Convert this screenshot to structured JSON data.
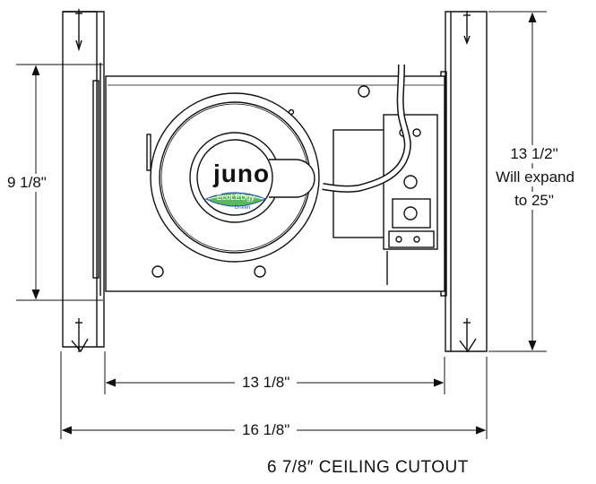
{
  "dimensions": {
    "left_height": "9 1/8\"",
    "right_height_line1": "13 1/2\"",
    "right_height_line2": "Will expand",
    "right_height_line3": "to 25\"",
    "inner_width": "13 1/8\"",
    "outer_width": "16 1/8\""
  },
  "logo": {
    "brand": "juno",
    "badge": "EcoLEDgy",
    "badge_sub": "Driven"
  },
  "caption": "6 7/8″ CEILING CUTOUT",
  "colors": {
    "line": "#111111",
    "badge_green": "#5cb85c",
    "badge_blue": "#2a5ca8"
  }
}
